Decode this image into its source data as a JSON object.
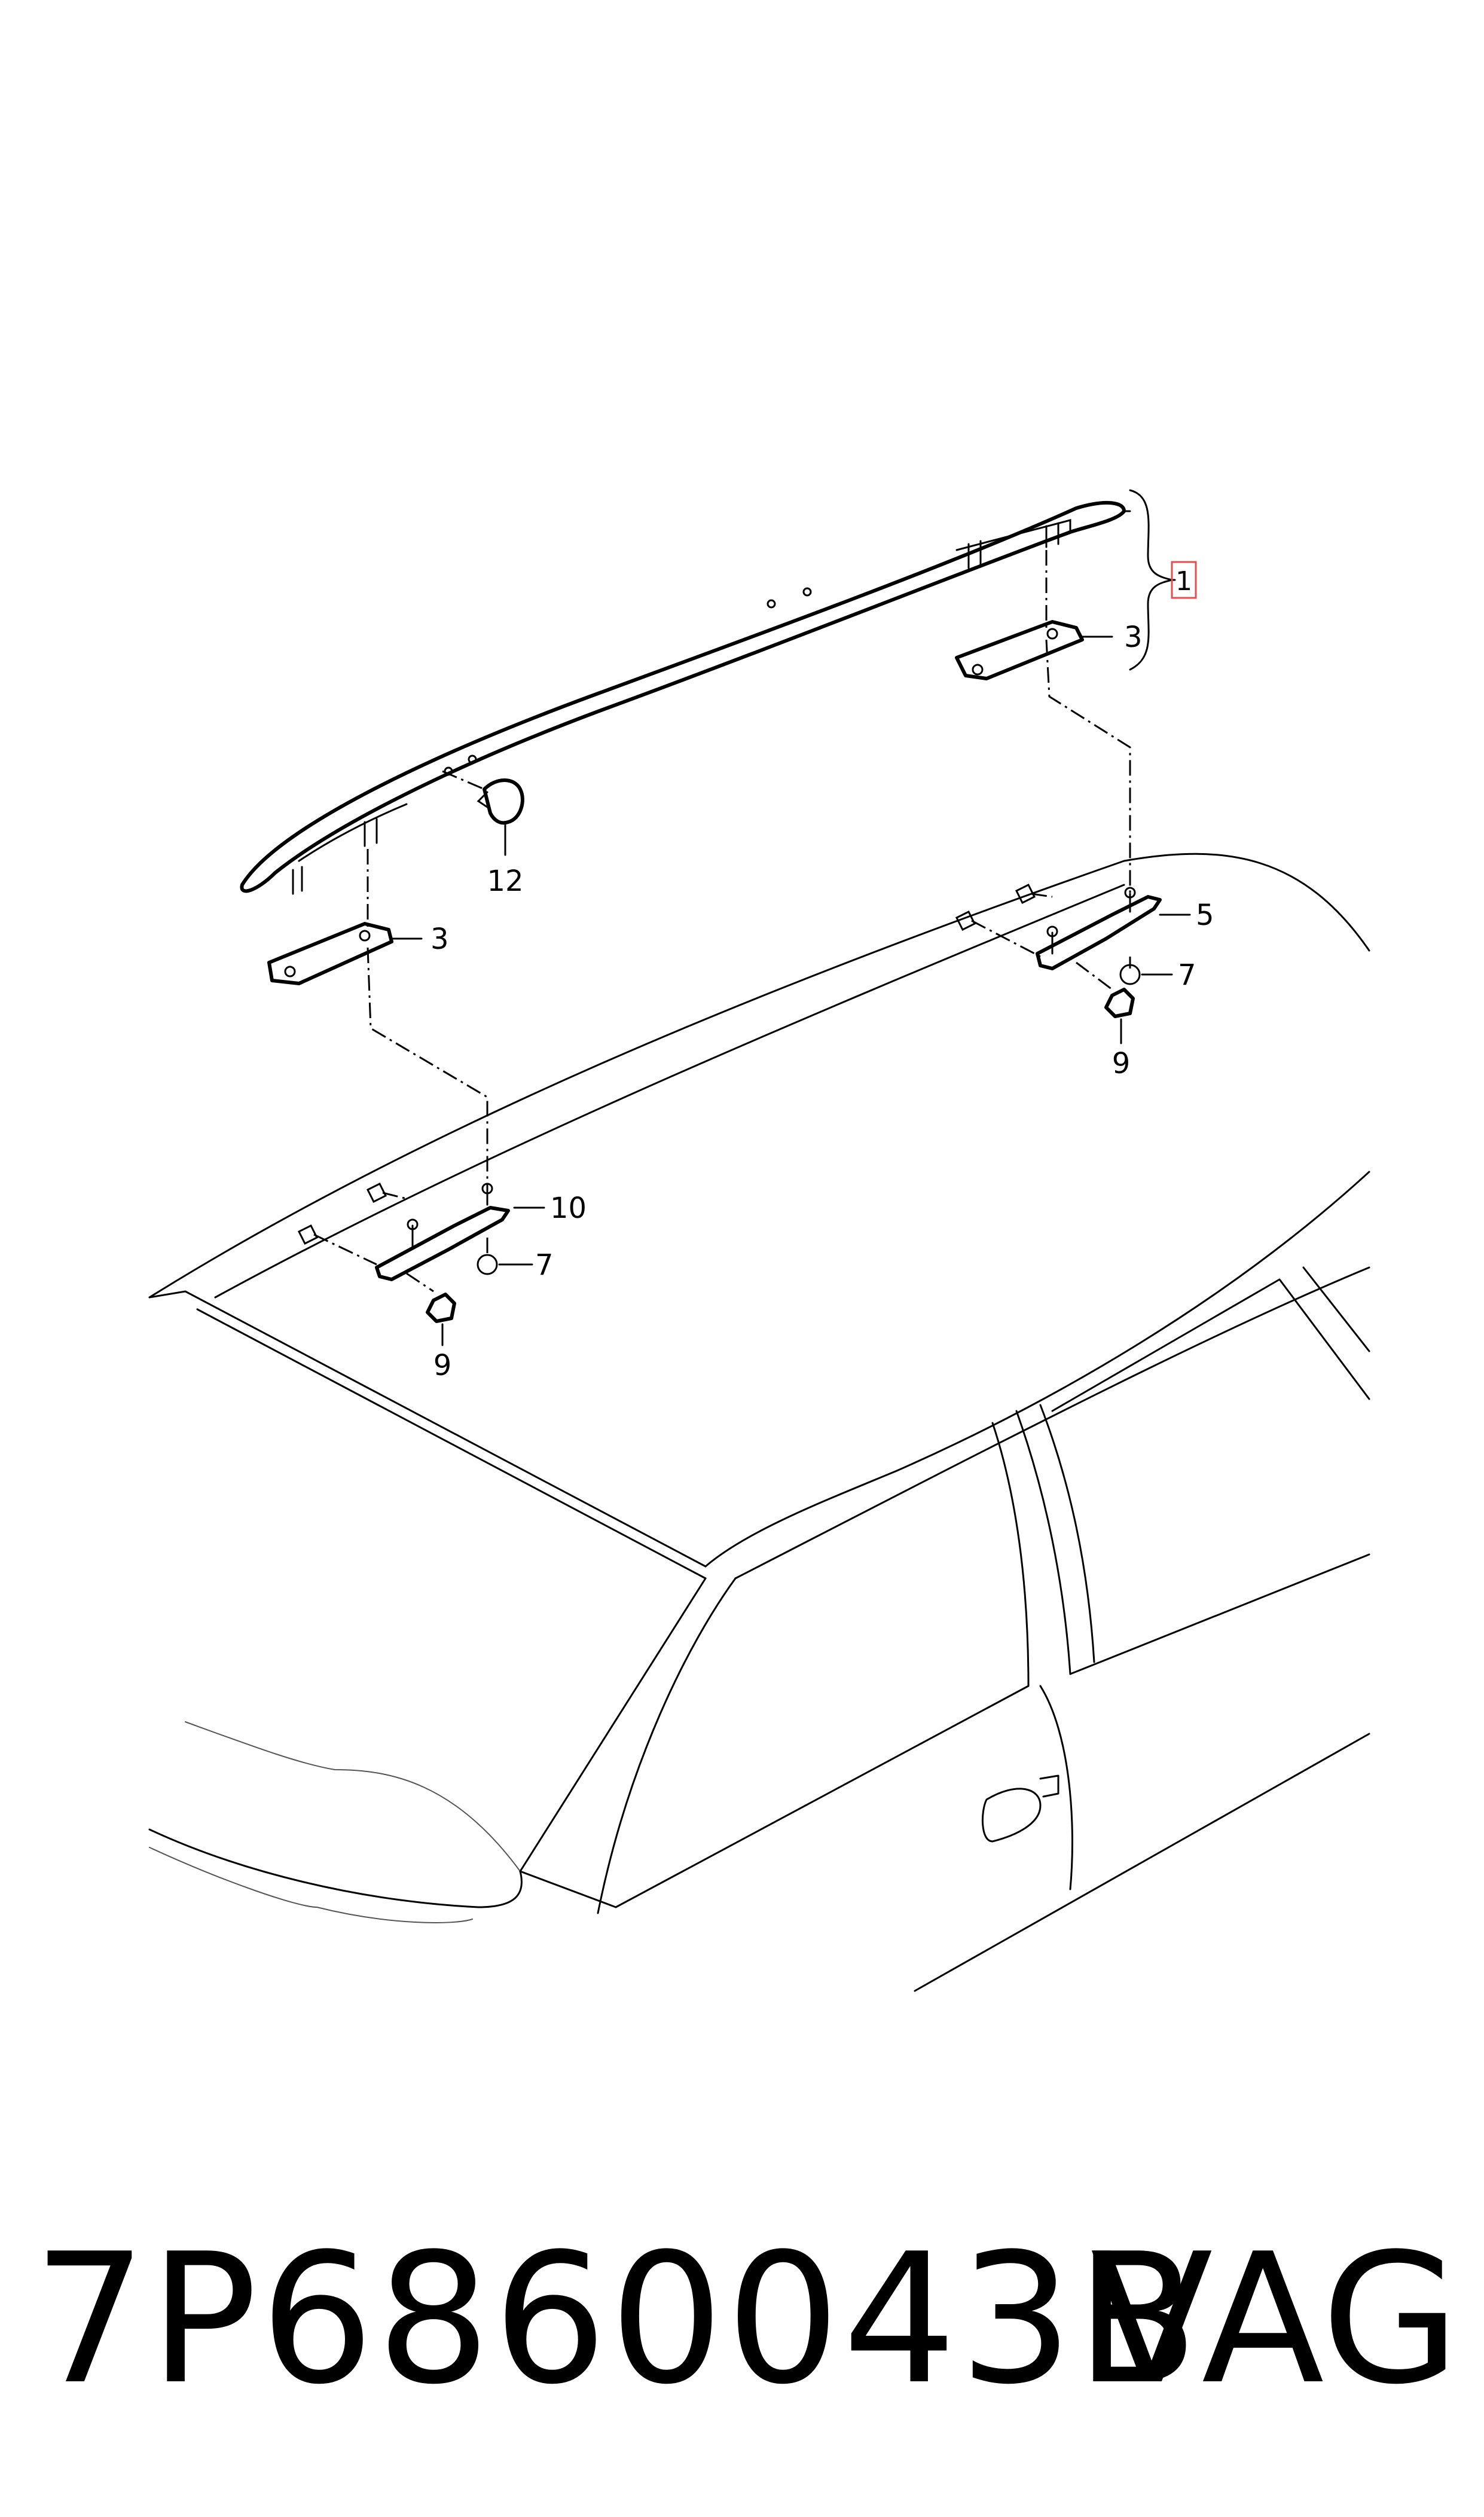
{
  "callouts": {
    "c1": "1",
    "c3_upper": "3",
    "c3_lower": "3",
    "c5": "5",
    "c7_upper": "7",
    "c7_lower": "7",
    "c9_upper": "9",
    "c9_lower": "9",
    "c10": "10",
    "c12": "12"
  },
  "footer": {
    "part_number": "7P6860043B",
    "brand": "VAG"
  },
  "colors": {
    "line": "#000000",
    "callout_box": "#e05050"
  }
}
